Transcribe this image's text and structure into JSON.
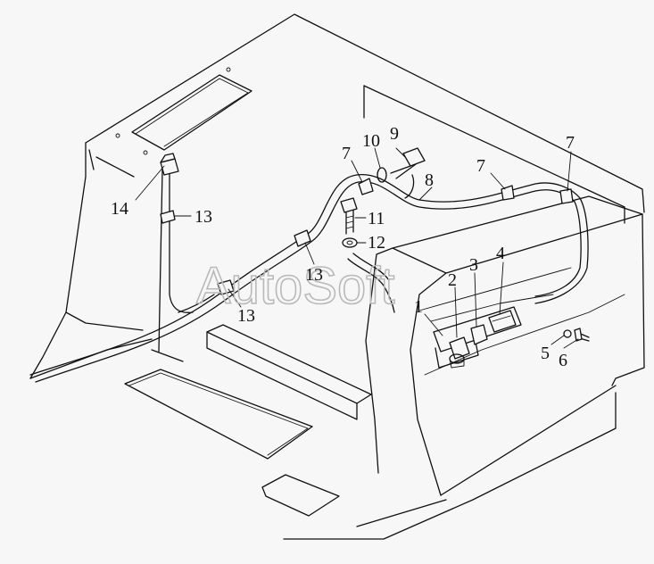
{
  "watermark": "AutoSoft",
  "callouts": {
    "c1": "1",
    "c2": "2",
    "c3": "3",
    "c4": "4",
    "c5": "5",
    "c6": "6",
    "c7a": "7",
    "c7b": "7",
    "c7c": "7",
    "c8": "8",
    "c9": "9",
    "c10": "10",
    "c11": "11",
    "c12": "12",
    "c13a": "13",
    "c13b": "13",
    "c13c": "13",
    "c14": "14"
  }
}
